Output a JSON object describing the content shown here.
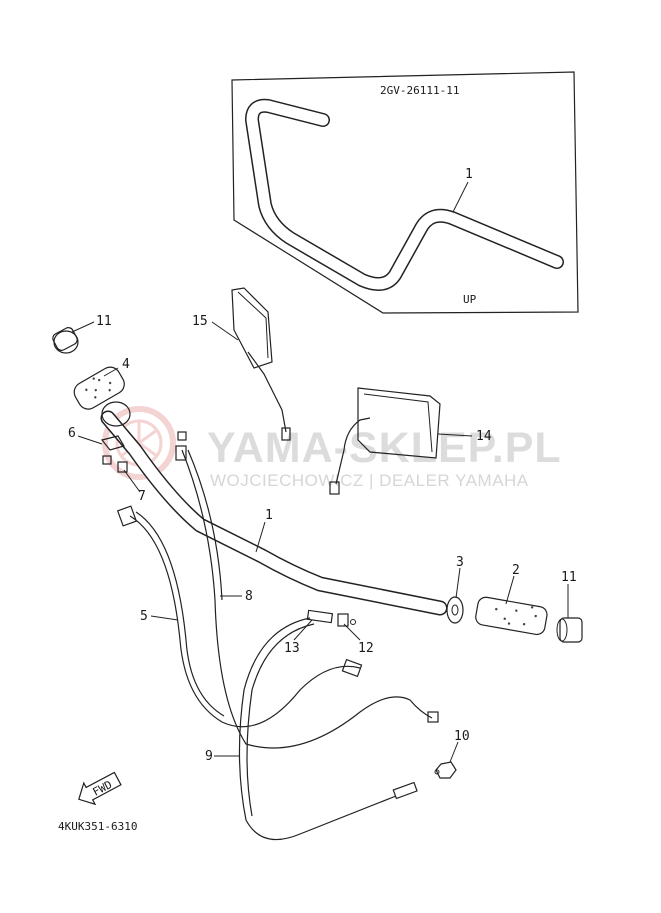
{
  "inset": {
    "part_code": "2GV-26111-11",
    "label_up": "UP",
    "callout": "1"
  },
  "watermark": {
    "title": "YAMA-SKLEP.PL",
    "subtitle": "WOJCIECHOWICZ | DEALER YAMAHA",
    "logo_color": "#e8a0a0"
  },
  "callouts": {
    "c1": "1",
    "c2": "2",
    "c3": "3",
    "c4": "4",
    "c5": "5",
    "c6": "6",
    "c7": "7",
    "c8": "8",
    "c9": "9",
    "c10": "10",
    "c11_left": "11",
    "c11_right": "11",
    "c12": "12",
    "c13": "13",
    "c14": "14",
    "c15": "15"
  },
  "fwd_label": "FWD",
  "diagram_code": "4KUK351-6310"
}
